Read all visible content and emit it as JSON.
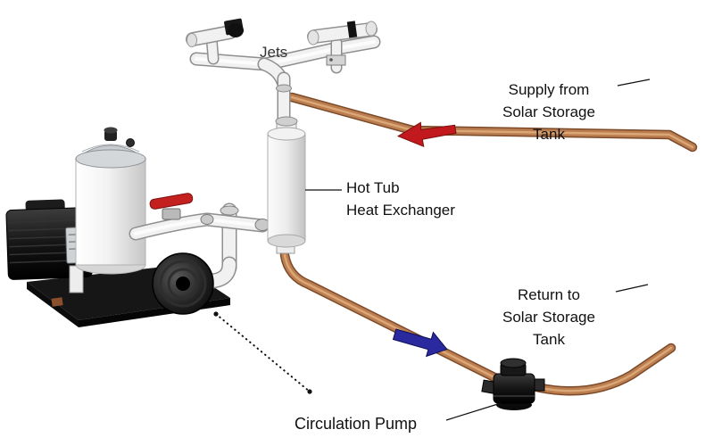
{
  "labels": {
    "jets": "Jets",
    "supply_tank": {
      "line1": "Supply from",
      "line2": "Solar Storage",
      "line3": "Tank"
    },
    "heat_exchanger": {
      "line1": "Hot Tub",
      "line2": "Heat Exchanger"
    },
    "return_tank": {
      "line1": "Return to",
      "line2": "Solar Storage",
      "line3": "Tank"
    },
    "circulation_pump": "Circulation Pump"
  },
  "colors": {
    "copper_pipe": "#bb7e51",
    "flow_arrow_red": "#c1191d",
    "flow_arrow_blue": "#2a2a9e",
    "valve_handle_red": "#c42020",
    "equipment_black": "#141414",
    "pvc_white": "#f1f1f1",
    "background": "#ffffff",
    "label_text": "#111111"
  }
}
